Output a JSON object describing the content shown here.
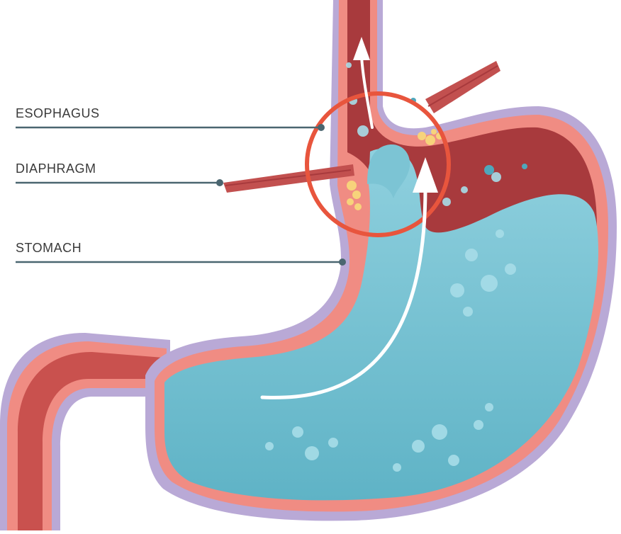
{
  "labels": {
    "esophagus": "ESOPHAGUS",
    "diaphragm": "DIAPHRAGM",
    "stomach": "STOMACH"
  },
  "colors": {
    "outer_lining": "#b9a9d6",
    "stomach_wall": "#f08c83",
    "inner_wall": "#c9514e",
    "esophagus_lumen": "#a83a3d",
    "stomach_fluid": "#7cc4d4",
    "fluid_dark": "#4fa7bc",
    "bubbles": "#a7dde8",
    "fat": "#f7d37b",
    "highlight_circle": "#e8553d",
    "leader_line": "#4a6670",
    "arrow": "#ffffff",
    "muscle": "#c2504f"
  },
  "icons": {
    "reflux_arrow": "arrow-up-curved-icon"
  }
}
